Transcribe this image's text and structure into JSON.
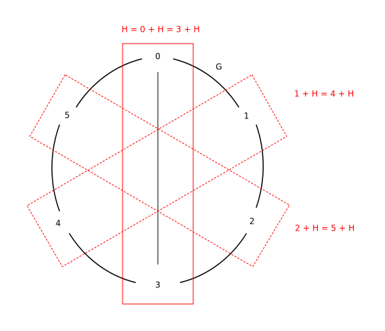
{
  "group_label": "G",
  "elements": [
    "0",
    "1",
    "2",
    "3",
    "4",
    "5"
  ],
  "cosets": [
    {
      "label": "H = 0 + H = 3 + H",
      "members": [
        "0",
        "3"
      ],
      "style": "solid"
    },
    {
      "label": "1 + H = 4 + H",
      "members": [
        "1",
        "4"
      ],
      "style": "dashed"
    },
    {
      "label": "2 + H = 5 + H",
      "members": [
        "2",
        "5"
      ],
      "style": "dashed"
    }
  ],
  "colors": {
    "circle": "#000000",
    "coset": "#ff0000"
  }
}
